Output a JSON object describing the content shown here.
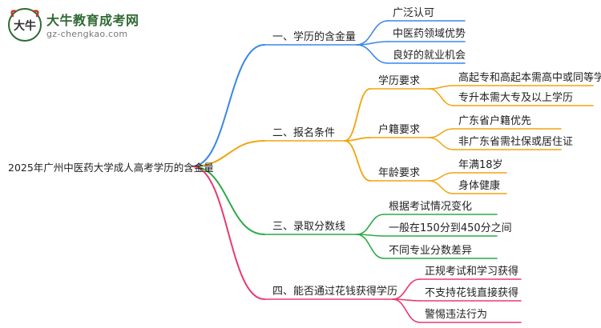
{
  "logo": {
    "site_name": "大牛教育成考网",
    "site_url": "gz-chengkao.com",
    "mark_glyph": "大牛"
  },
  "root": {
    "label": "2025年广州中医药大学成人高考学历的含金量"
  },
  "branches": [
    {
      "label": "一、学历的含金量",
      "color": "#3a86e8",
      "leaves": [
        "广泛认可",
        "中医药领域优势",
        "良好的就业机会"
      ]
    },
    {
      "label": "二、报名条件",
      "color": "#f2a40d",
      "groups": [
        {
          "label": "学历要求",
          "leaves": [
            "高起专和高起本需高中或同等学历",
            "专升本需大专及以上学历"
          ]
        },
        {
          "label": "户籍要求",
          "leaves": [
            "广东省户籍优先",
            "非广东省需社保或居住证"
          ]
        },
        {
          "label": "年龄要求",
          "leaves": [
            "年满18岁",
            "身体健康"
          ]
        }
      ]
    },
    {
      "label": "三、录取分数线",
      "color": "#2eaa47",
      "leaves": [
        "根据考试情况变化",
        "一般在150分到450分之间",
        "不同专业分数差异"
      ]
    },
    {
      "label": "四、能否通过花钱获得学历",
      "color": "#e83a6e",
      "leaves": [
        "正规考试和学习获得",
        "不支持花钱直接获得",
        "警惕违法行为"
      ]
    }
  ]
}
